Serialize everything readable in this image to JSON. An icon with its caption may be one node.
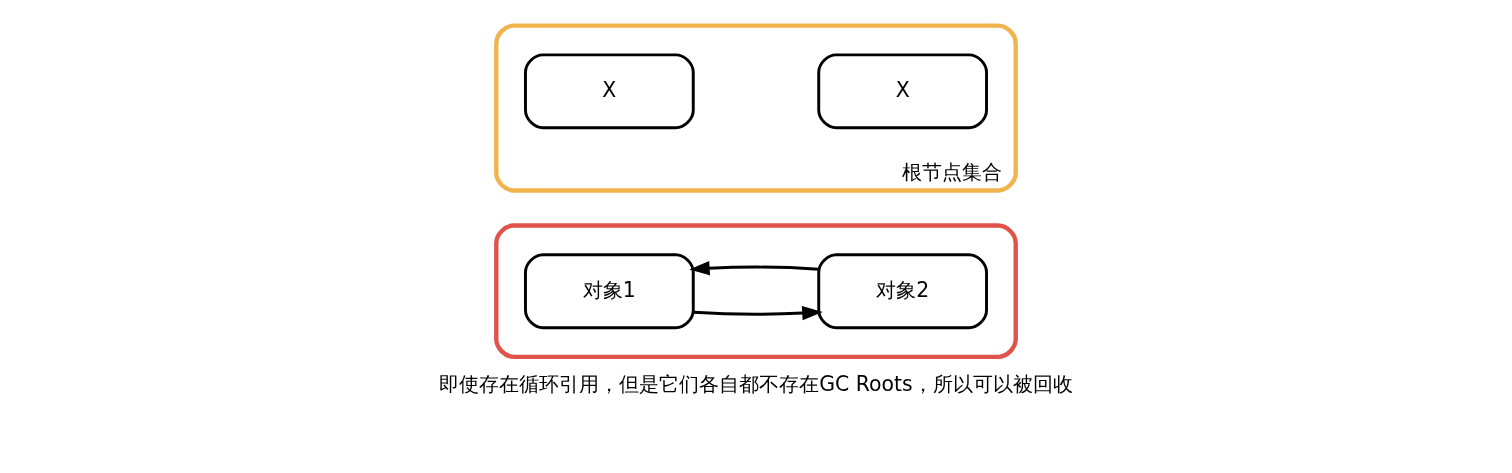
{
  "diagram": {
    "nodes": [
      {
        "text": [
          "根节点集合"
        ]
      },
      {
        "text": [
          "X"
        ],
        "in": 0
      },
      {
        "text": [
          "X"
        ],
        "in": 0
      },
      {
        "text": [],
        "shape": "box",
        "beside": [
          "即使存在循环引用，但是它们各自都不存在GC Roots，所以可以被回收"
        ]
      },
      {
        "text": [
          "对象1"
        ],
        "in": 3
      },
      {
        "text": [
          "对象2"
        ],
        "in": 3
      }
    ],
    "edges": [
      {
        "from": 4,
        "to": 5,
        "arrow": "to"
      },
      {
        "from": 5,
        "to": 4,
        "arrow": "to"
      }
    ]
  }
}
